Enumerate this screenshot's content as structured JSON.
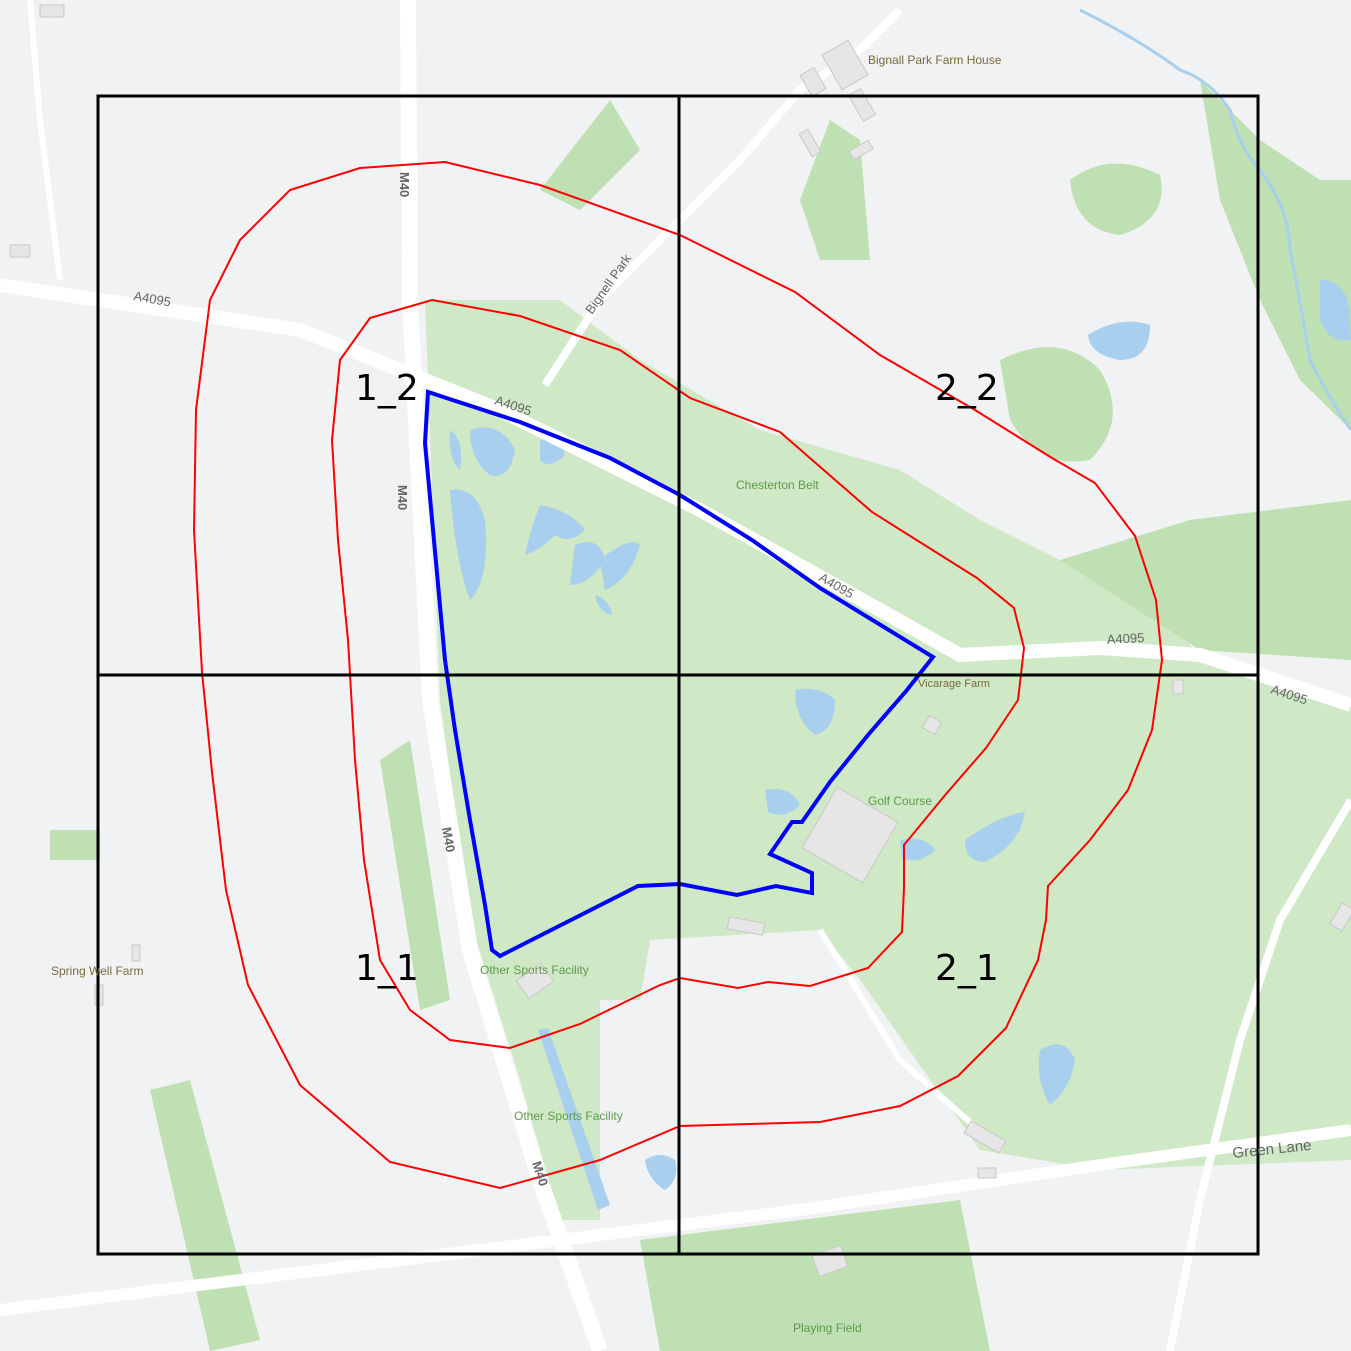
{
  "map": {
    "colors": {
      "background": "#f1f2f3",
      "green": "#cfe8c6",
      "green_dark": "#bfe0b2",
      "water": "#a8cfee",
      "road": "#ffffff",
      "building": "#e6e6e6",
      "grid": "#000000",
      "buffer": "#ff0000",
      "site": "#0000ff"
    },
    "grid_cells": [
      "1_2",
      "2_2",
      "1_1",
      "2_1"
    ],
    "roads": {
      "m40": "M40",
      "a4095": "A4095",
      "bignell_park": "Bignell Park",
      "green_lane": "Green Lane"
    },
    "places": {
      "bignall_park_farm_house": "Bignall Park Farm House",
      "chesterton_belt": "Chesterton Belt",
      "vicarage_farm": "Vicarage Farm",
      "golf_course": "Golf Course",
      "other_sports_facility": "Other Sports Facility",
      "spring_well_farm": "Spring Well Farm",
      "playing_field": "Playing Field"
    }
  }
}
